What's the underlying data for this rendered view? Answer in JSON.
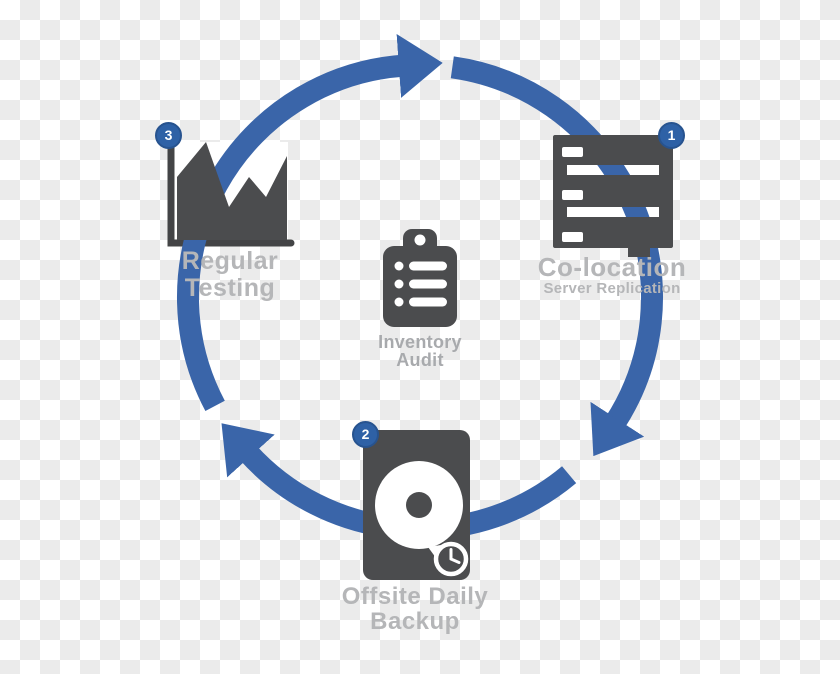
{
  "diagram_type": "circular-process-cycle",
  "cycle": {
    "direction": "clockwise",
    "arrow_color": "#3A65A9",
    "segments": 3
  },
  "steps": [
    {
      "number": "1",
      "position": "right",
      "icon": "server-rack-icon",
      "label_line1": "Co-location",
      "label_line2": "Server Replication"
    },
    {
      "number": "2",
      "position": "bottom",
      "icon": "hard-drive-clock-icon",
      "label_line1": "Offsite Daily",
      "label_line2": "Backup"
    },
    {
      "number": "3",
      "position": "left",
      "icon": "area-chart-icon",
      "label_line1": "Regular",
      "label_line2": "Testing"
    }
  ],
  "center": {
    "icon": "clipboard-checklist-icon",
    "label_line1": "Inventory",
    "label_line2": "Audit"
  },
  "colors": {
    "arrow_blue": "#3A65A9",
    "badge_blue": "#2E61A6",
    "badge_border": "#27538F",
    "icon_dark_gray": "#4B4C4E",
    "label_gray": "#B5B6B8",
    "center_label_gray": "#A8AAAD",
    "checker_light": "#FFFFFF",
    "checker_dark": "#EBEBEB"
  }
}
